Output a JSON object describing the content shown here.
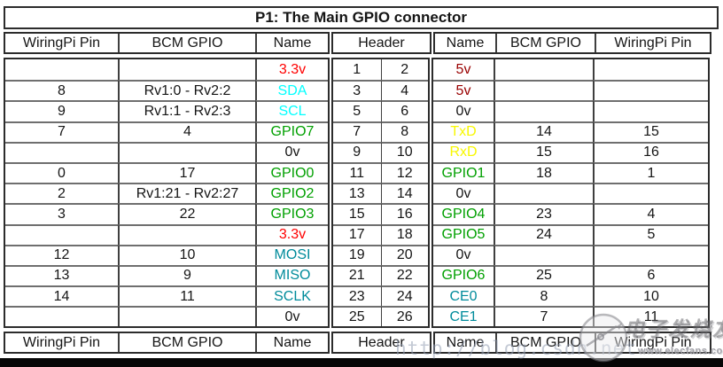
{
  "colors": {
    "red": "#ff0000",
    "dark_red": "#990000",
    "cyan": "#00ffff",
    "yellow": "#f8f800",
    "green": "#00a000",
    "teal": "#008b9b",
    "black": "#151515"
  },
  "table": {
    "title": "P1: The Main GPIO connector",
    "columns": [
      "WiringPi Pin",
      "BCM GPIO",
      "Name",
      "Header",
      "Name",
      "BCM GPIO",
      "WiringPi Pin"
    ],
    "rows": [
      {
        "wpi_left": "",
        "bcm_left": "",
        "name_left": "3.3v",
        "name_left_color": "red",
        "pin_odd": "1",
        "pin_even": "2",
        "name_right": "5v",
        "name_right_color": "dark_red",
        "bcm_right": "",
        "wpi_right": ""
      },
      {
        "wpi_left": "8",
        "bcm_left": "Rv1:0 - Rv2:2",
        "name_left": "SDA",
        "name_left_color": "cyan",
        "pin_odd": "3",
        "pin_even": "4",
        "name_right": "5v",
        "name_right_color": "dark_red",
        "bcm_right": "",
        "wpi_right": ""
      },
      {
        "wpi_left": "9",
        "bcm_left": "Rv1:1 - Rv2:3",
        "name_left": "SCL",
        "name_left_color": "cyan",
        "pin_odd": "5",
        "pin_even": "6",
        "name_right": "0v",
        "name_right_color": "black",
        "bcm_right": "",
        "wpi_right": ""
      },
      {
        "wpi_left": "7",
        "bcm_left": "4",
        "name_left": "GPIO7",
        "name_left_color": "green",
        "pin_odd": "7",
        "pin_even": "8",
        "name_right": "TxD",
        "name_right_color": "yellow",
        "bcm_right": "14",
        "wpi_right": "15"
      },
      {
        "wpi_left": "",
        "bcm_left": "",
        "name_left": "0v",
        "name_left_color": "black",
        "pin_odd": "9",
        "pin_even": "10",
        "name_right": "RxD",
        "name_right_color": "yellow",
        "bcm_right": "15",
        "wpi_right": "16"
      },
      {
        "wpi_left": "0",
        "bcm_left": "17",
        "name_left": "GPIO0",
        "name_left_color": "green",
        "pin_odd": "11",
        "pin_even": "12",
        "name_right": "GPIO1",
        "name_right_color": "green",
        "bcm_right": "18",
        "wpi_right": "1"
      },
      {
        "wpi_left": "2",
        "bcm_left": "Rv1:21 - Rv2:27",
        "name_left": "GPIO2",
        "name_left_color": "green",
        "pin_odd": "13",
        "pin_even": "14",
        "name_right": "0v",
        "name_right_color": "black",
        "bcm_right": "",
        "wpi_right": ""
      },
      {
        "wpi_left": "3",
        "bcm_left": "22",
        "name_left": "GPIO3",
        "name_left_color": "green",
        "pin_odd": "15",
        "pin_even": "16",
        "name_right": "GPIO4",
        "name_right_color": "green",
        "bcm_right": "23",
        "wpi_right": "4"
      },
      {
        "wpi_left": "",
        "bcm_left": "",
        "name_left": "3.3v",
        "name_left_color": "red",
        "pin_odd": "17",
        "pin_even": "18",
        "name_right": "GPIO5",
        "name_right_color": "green",
        "bcm_right": "24",
        "wpi_right": "5"
      },
      {
        "wpi_left": "12",
        "bcm_left": "10",
        "name_left": "MOSI",
        "name_left_color": "teal",
        "pin_odd": "19",
        "pin_even": "20",
        "name_right": "0v",
        "name_right_color": "black",
        "bcm_right": "",
        "wpi_right": ""
      },
      {
        "wpi_left": "13",
        "bcm_left": "9",
        "name_left": "MISO",
        "name_left_color": "teal",
        "pin_odd": "21",
        "pin_even": "22",
        "name_right": "GPIO6",
        "name_right_color": "green",
        "bcm_right": "25",
        "wpi_right": "6"
      },
      {
        "wpi_left": "14",
        "bcm_left": "11",
        "name_left": "SCLK",
        "name_left_color": "teal",
        "pin_odd": "23",
        "pin_even": "24",
        "name_right": "CE0",
        "name_right_color": "teal",
        "bcm_right": "8",
        "wpi_right": "10"
      },
      {
        "wpi_left": "",
        "bcm_left": "",
        "name_left": "0v",
        "name_left_color": "black",
        "pin_odd": "25",
        "pin_even": "26",
        "name_right": "CE1",
        "name_right_color": "teal",
        "bcm_right": "7",
        "wpi_right": "11"
      }
    ]
  },
  "watermarks": {
    "url_text": "http://blog.csdn.net",
    "logo_text": "电子发烧友",
    "logo_site": "www.elecfans.com"
  }
}
